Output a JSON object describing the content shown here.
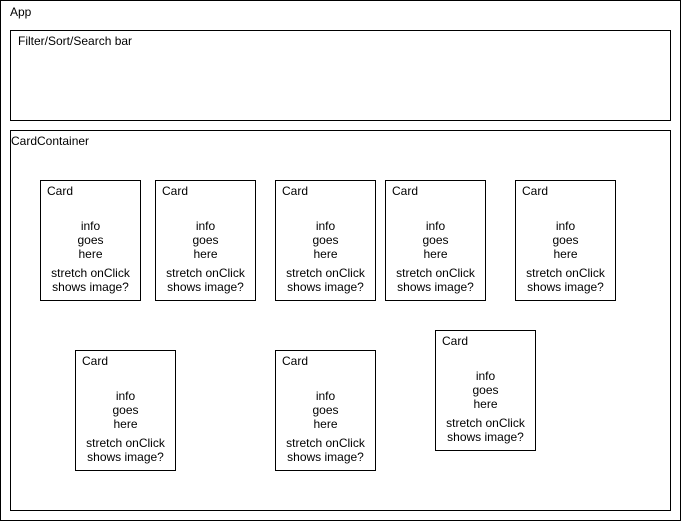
{
  "app": {
    "label": "App"
  },
  "search_bar": {
    "label": "Filter/Sort/Search bar"
  },
  "card_container": {
    "label": "CardContainer"
  },
  "card_template": {
    "title": "Card",
    "info_lines": [
      "info",
      "goes",
      "here"
    ],
    "foot_lines": [
      "stretch onClick",
      "shows image?"
    ]
  },
  "cards": [
    {
      "title": "Card",
      "info_lines": [
        "info",
        "goes",
        "here"
      ],
      "foot_lines": [
        "stretch onClick",
        "shows image?"
      ]
    },
    {
      "title": "Card",
      "info_lines": [
        "info",
        "goes",
        "here"
      ],
      "foot_lines": [
        "stretch onClick",
        "shows image?"
      ]
    },
    {
      "title": "Card",
      "info_lines": [
        "info",
        "goes",
        "here"
      ],
      "foot_lines": [
        "stretch onClick",
        "shows image?"
      ]
    },
    {
      "title": "Card",
      "info_lines": [
        "info",
        "goes",
        "here"
      ],
      "foot_lines": [
        "stretch onClick",
        "shows image?"
      ]
    },
    {
      "title": "Card",
      "info_lines": [
        "info",
        "goes",
        "here"
      ],
      "foot_lines": [
        "stretch onClick",
        "shows image?"
      ]
    },
    {
      "title": "Card",
      "info_lines": [
        "info",
        "goes",
        "here"
      ],
      "foot_lines": [
        "stretch onClick",
        "shows image?"
      ]
    },
    {
      "title": "Card",
      "info_lines": [
        "info",
        "goes",
        "here"
      ],
      "foot_lines": [
        "stretch onClick",
        "shows image?"
      ]
    },
    {
      "title": "Card",
      "info_lines": [
        "info",
        "goes",
        "here"
      ],
      "foot_lines": [
        "stretch onClick",
        "shows image?"
      ]
    }
  ]
}
